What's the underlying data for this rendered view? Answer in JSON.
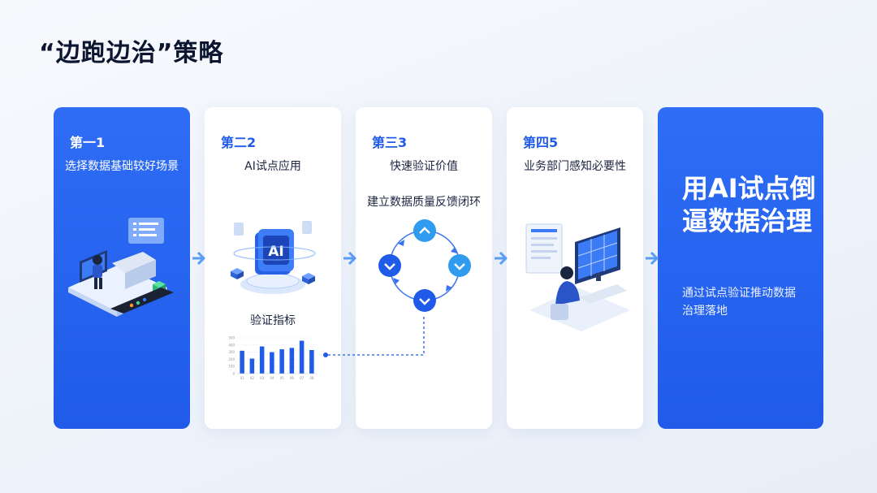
{
  "title": "“边跑边治”策略",
  "steps": [
    {
      "step": "第一1",
      "label": "选择数据基础较好场景"
    },
    {
      "step": "第二2",
      "label": "AI试点应用",
      "metric": "验证指标"
    },
    {
      "step": "第三3",
      "label": "快速验证价值",
      "label2": "建立数据质量反馈闭环"
    },
    {
      "step": "第四5",
      "label": "业务部门感知必要性"
    }
  ],
  "final": {
    "headline": "用AI试点倒逼数据治理",
    "description": "通过试点验证推动数据治理落地"
  },
  "ai_chip_text": "AI",
  "mini_chart": {
    "values": [
      320,
      210,
      380,
      300,
      340,
      360,
      460,
      330
    ],
    "y_ticks": [
      "500",
      "400",
      "300",
      "200",
      "100",
      "0"
    ],
    "x_ticks": [
      "01",
      "02",
      "03",
      "04",
      "05",
      "06",
      "07",
      "08"
    ]
  },
  "colors": {
    "accent": "#1f5be8",
    "accent_light": "#3aa2f0",
    "card_blue": "#2f6df6",
    "arrow": "#5a9cf5"
  }
}
